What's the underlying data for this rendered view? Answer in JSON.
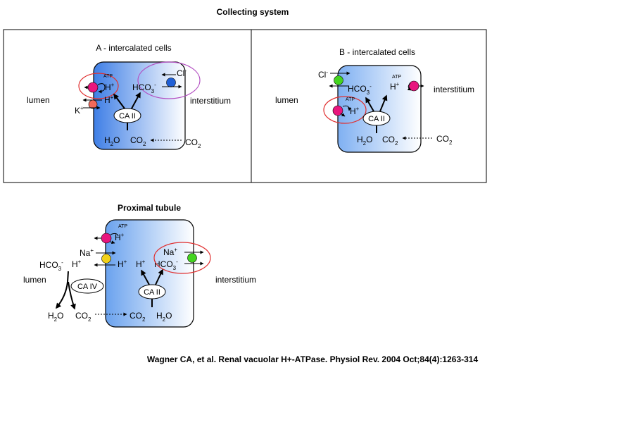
{
  "page_title": "Collecting system",
  "panel_a": {
    "title": "A - intercalated cells",
    "lumen": "lumen",
    "interstitium": "interstitium",
    "atp": "ATP",
    "h_pump": "H",
    "h_plus": "H",
    "k_plus": "K",
    "hco3": "HCO",
    "cl": "Cl",
    "ca": "CA II",
    "h2o": "H",
    "co2": "CO",
    "co2_out": "CO"
  },
  "panel_b": {
    "title": "B - intercalated cells",
    "lumen": "lumen",
    "interstitium": "interstitium",
    "cl": "Cl",
    "hco3": "HCO",
    "atp_top": "ATP",
    "h_top": "H",
    "atp_pump": "ATP",
    "h_pump": "H",
    "ca": "CA II",
    "h2o": "H",
    "co2": "CO",
    "co2_out": "CO"
  },
  "proximal": {
    "title": "Proximal tubule",
    "atp": "ATP",
    "h_pump": "H",
    "na_left": "Na",
    "h_lumen": "H",
    "hco3_lumen": "HCO",
    "h_exch": "H",
    "h_cell": "H",
    "hco3_cell": "HCO",
    "na_right": "Na",
    "ca_iv": "CA IV",
    "ca_ii": "CA II",
    "h2o_left": "H",
    "co2_left": "CO",
    "co2_cell": "CO",
    "h2o_cell": "H",
    "lumen": "lumen",
    "interstitium": "interstitium"
  },
  "citation": "Wagner CA, et al. Renal vacuolar H+-ATPase. Physiol Rev. 2004 Oct;84(4):1263-314",
  "colors": {
    "pump": "#e8167e",
    "k_channel": "#f26a5a",
    "cl_exchanger": "#1f5fd6",
    "green_exchanger": "#44d41f",
    "yellow_exchanger": "#f2d21a",
    "highlight_red": "#e03030",
    "highlight_purple": "#b34fc2"
  }
}
